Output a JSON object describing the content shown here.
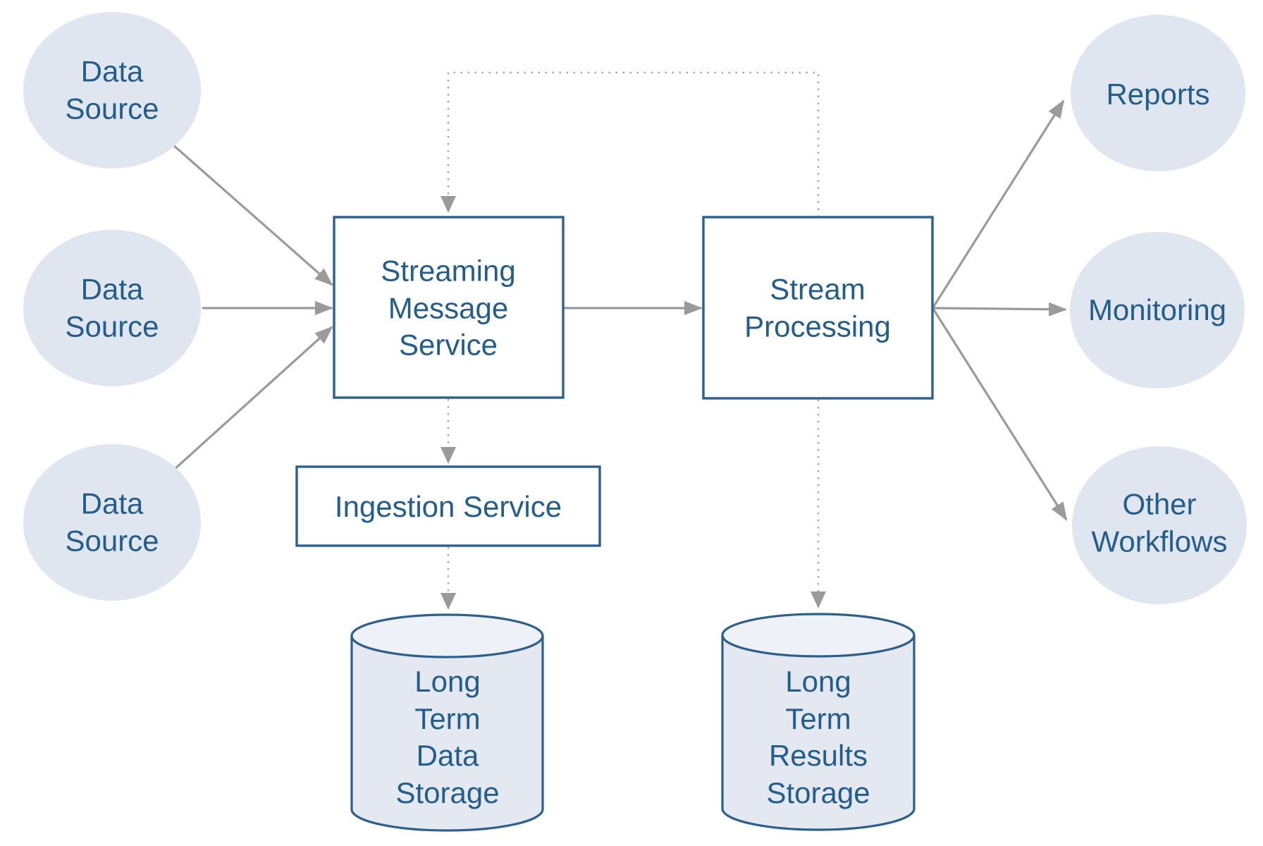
{
  "diagram": {
    "type": "flow-diagram",
    "background": "#ffffff",
    "colors": {
      "node_fill": "#e0e6ef",
      "cylinder_body_fill": "#e3e8f1",
      "cylinder_top_fill": "#eef1f7",
      "stroke_blue": "#2d5f8d",
      "text_blue": "#235d8e",
      "arrow_gray": "#9a9a9a",
      "dotted_gray": "#a8a8a8"
    },
    "nodes": {
      "data_source_1": {
        "label": "Data\nSource",
        "shape": "ellipse"
      },
      "data_source_2": {
        "label": "Data\nSource",
        "shape": "ellipse"
      },
      "data_source_3": {
        "label": "Data\nSource",
        "shape": "ellipse"
      },
      "streaming_message_service": {
        "label": "Streaming\nMessage\nService",
        "shape": "rect"
      },
      "stream_processing": {
        "label": "Stream\nProcessing",
        "shape": "rect"
      },
      "ingestion_service": {
        "label": "Ingestion Service",
        "shape": "rect"
      },
      "long_term_data_storage": {
        "label": "Long\nTerm\nData\nStorage",
        "shape": "cylinder"
      },
      "long_term_results_storage": {
        "label": "Long\nTerm\nResults\nStorage",
        "shape": "cylinder"
      },
      "reports": {
        "label": "Reports",
        "shape": "ellipse"
      },
      "monitoring": {
        "label": "Monitoring",
        "shape": "ellipse"
      },
      "other_workflows": {
        "label": "Other\nWorkflows",
        "shape": "ellipse"
      }
    },
    "edges": [
      {
        "from": "data_source_1",
        "to": "streaming_message_service",
        "style": "solid"
      },
      {
        "from": "data_source_2",
        "to": "streaming_message_service",
        "style": "solid"
      },
      {
        "from": "data_source_3",
        "to": "streaming_message_service",
        "style": "solid"
      },
      {
        "from": "streaming_message_service",
        "to": "stream_processing",
        "style": "solid"
      },
      {
        "from": "stream_processing",
        "to": "reports",
        "style": "solid"
      },
      {
        "from": "stream_processing",
        "to": "monitoring",
        "style": "solid"
      },
      {
        "from": "stream_processing",
        "to": "other_workflows",
        "style": "solid"
      },
      {
        "from": "stream_processing",
        "to": "streaming_message_service",
        "style": "dotted"
      },
      {
        "from": "streaming_message_service",
        "to": "ingestion_service",
        "style": "dotted"
      },
      {
        "from": "ingestion_service",
        "to": "long_term_data_storage",
        "style": "dotted"
      },
      {
        "from": "stream_processing",
        "to": "long_term_results_storage",
        "style": "dotted"
      }
    ]
  }
}
